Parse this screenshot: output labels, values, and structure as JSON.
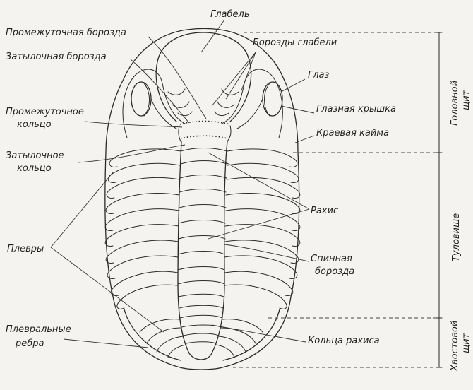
{
  "labels": {
    "glabella": "Глабель",
    "intermediate_furrow": "Промежуточная борозда",
    "occipital_furrow": "Затылочная борозда",
    "glabellar_furrows": "Борозды глабели",
    "eye": "Глаз",
    "palpebral_lobe": "Глазная крышка",
    "intermediate_ring_1": "Промежуточное",
    "intermediate_ring_2": "кольцо",
    "border": "Краевая кайма",
    "occipital_ring_1": "Затылочное",
    "occipital_ring_2": "кольцо",
    "rachis": "Рахис",
    "pleurae": "Плевры",
    "dorsal_furrow_1": "Спинная",
    "dorsal_furrow_2": "борозда",
    "pleural_ribs_1": "Плевральные",
    "pleural_ribs_2": "ребра",
    "rachis_rings": "Кольца рахиса"
  },
  "regions": {
    "cephalon_1": "Головной",
    "cephalon_2": "щит",
    "thorax": "Туловище",
    "pygidium_1": "Хвостовой",
    "pygidium_2": "щит"
  }
}
